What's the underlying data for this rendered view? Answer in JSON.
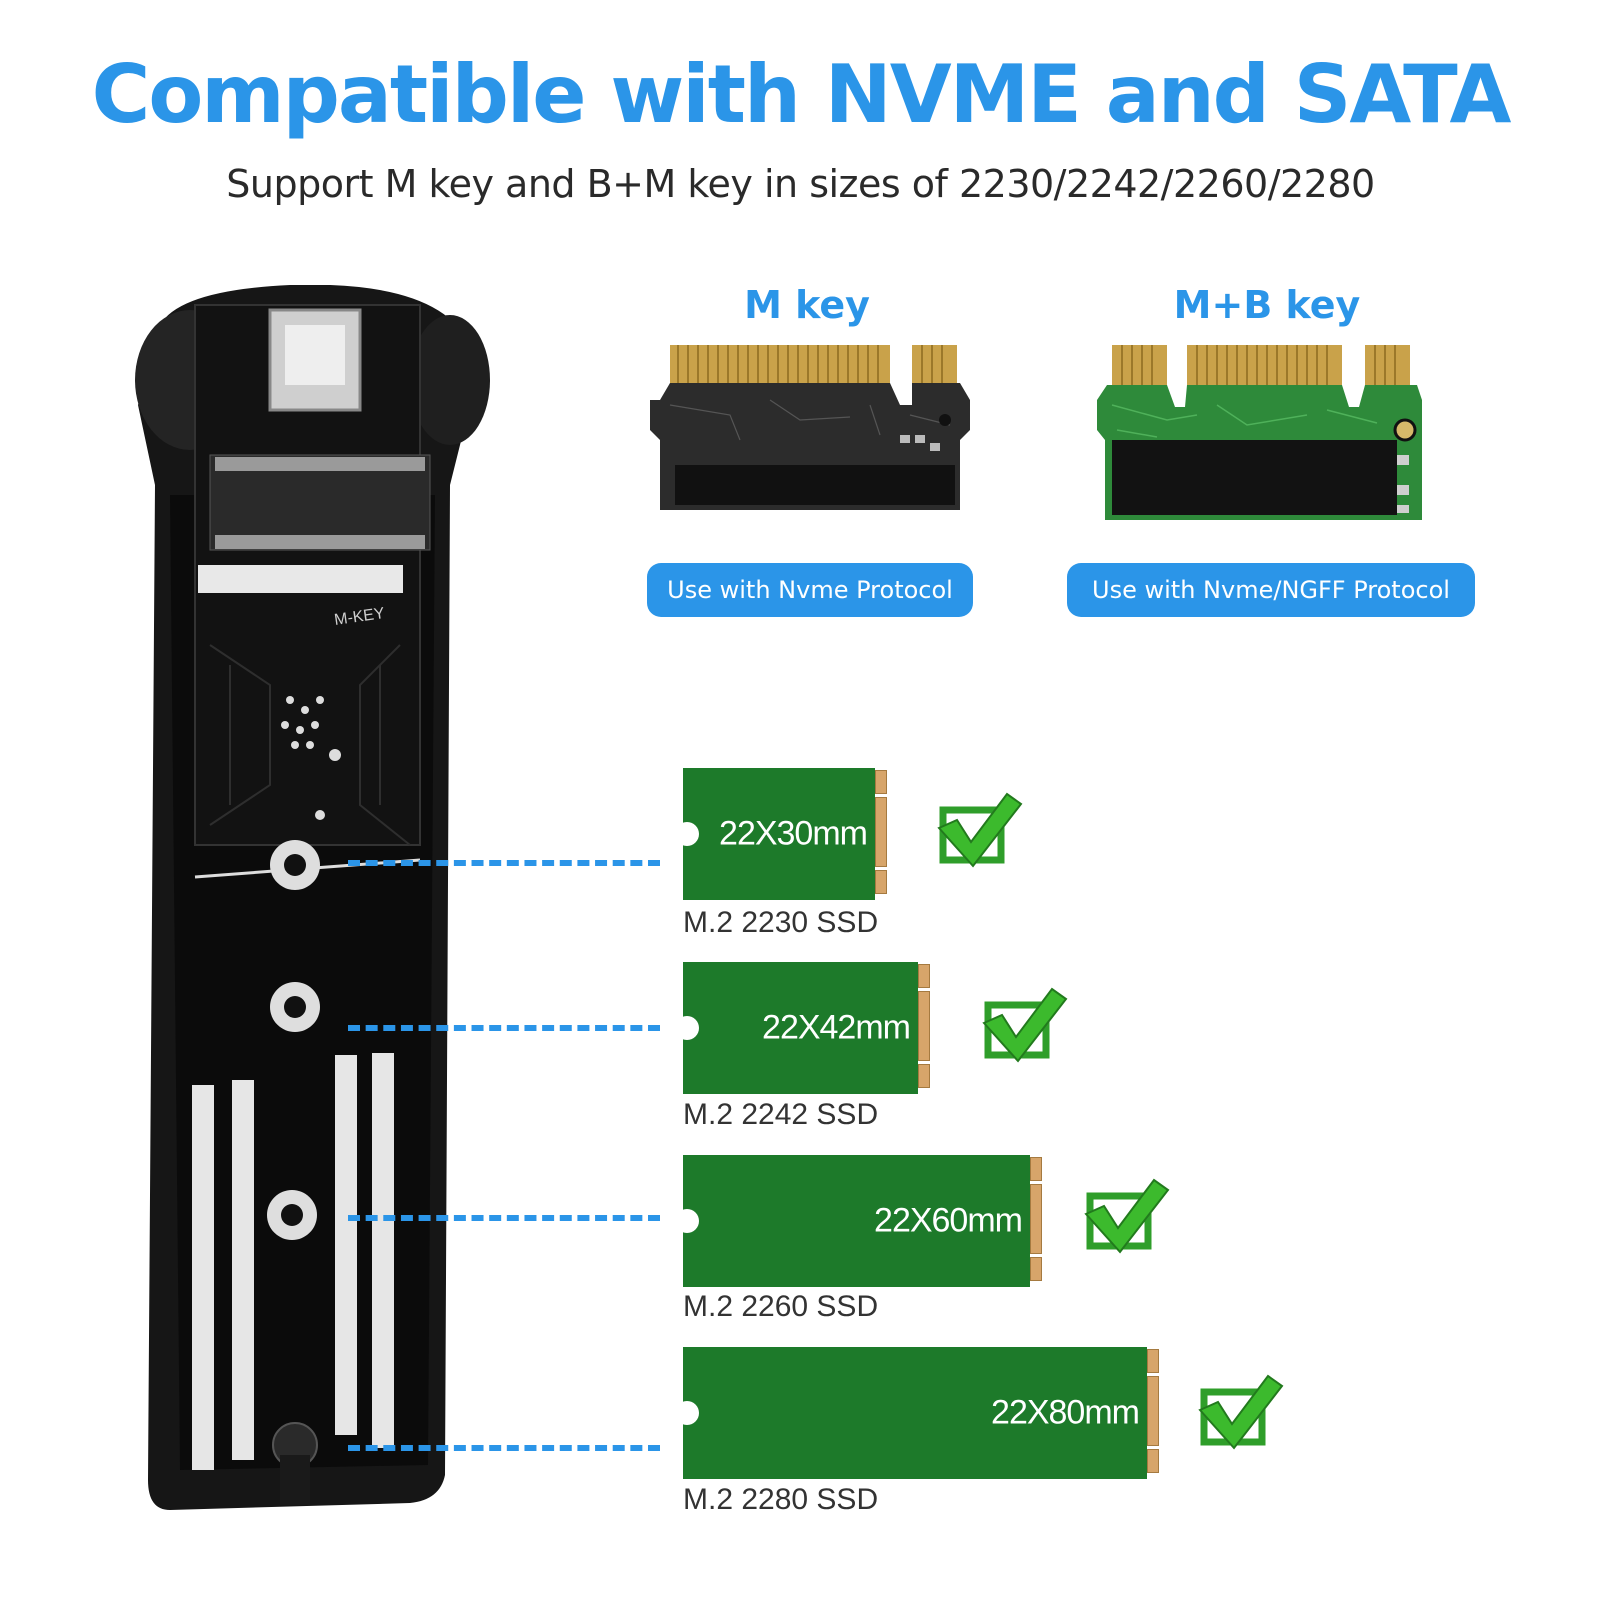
{
  "header": {
    "title": "Compatible with NVME and SATA",
    "subtitle": "Support M key and B+M key in sizes of 2230/2242/2260/2280"
  },
  "keys": [
    {
      "title": "M key",
      "protocol": "Use with Nvme Protocol"
    },
    {
      "title": "M+B key",
      "protocol": "Use with Nvme/NGFF Protocol"
    }
  ],
  "enclosure": {
    "board_label": "M-KEY"
  },
  "ssds": [
    {
      "size": "22X30mm",
      "name": "M.2 2230 SSD"
    },
    {
      "size": "22X42mm",
      "name": "M.2 2242 SSD"
    },
    {
      "size": "22X60mm",
      "name": "M.2 2260 SSD"
    },
    {
      "size": "22X80mm",
      "name": "M.2 2280 SSD"
    }
  ],
  "colors": {
    "accent": "#2b95e8",
    "ssd_green": "#1d7a2a",
    "check_green": "#3cba2d"
  },
  "icons": [
    "checkmark-icon"
  ]
}
